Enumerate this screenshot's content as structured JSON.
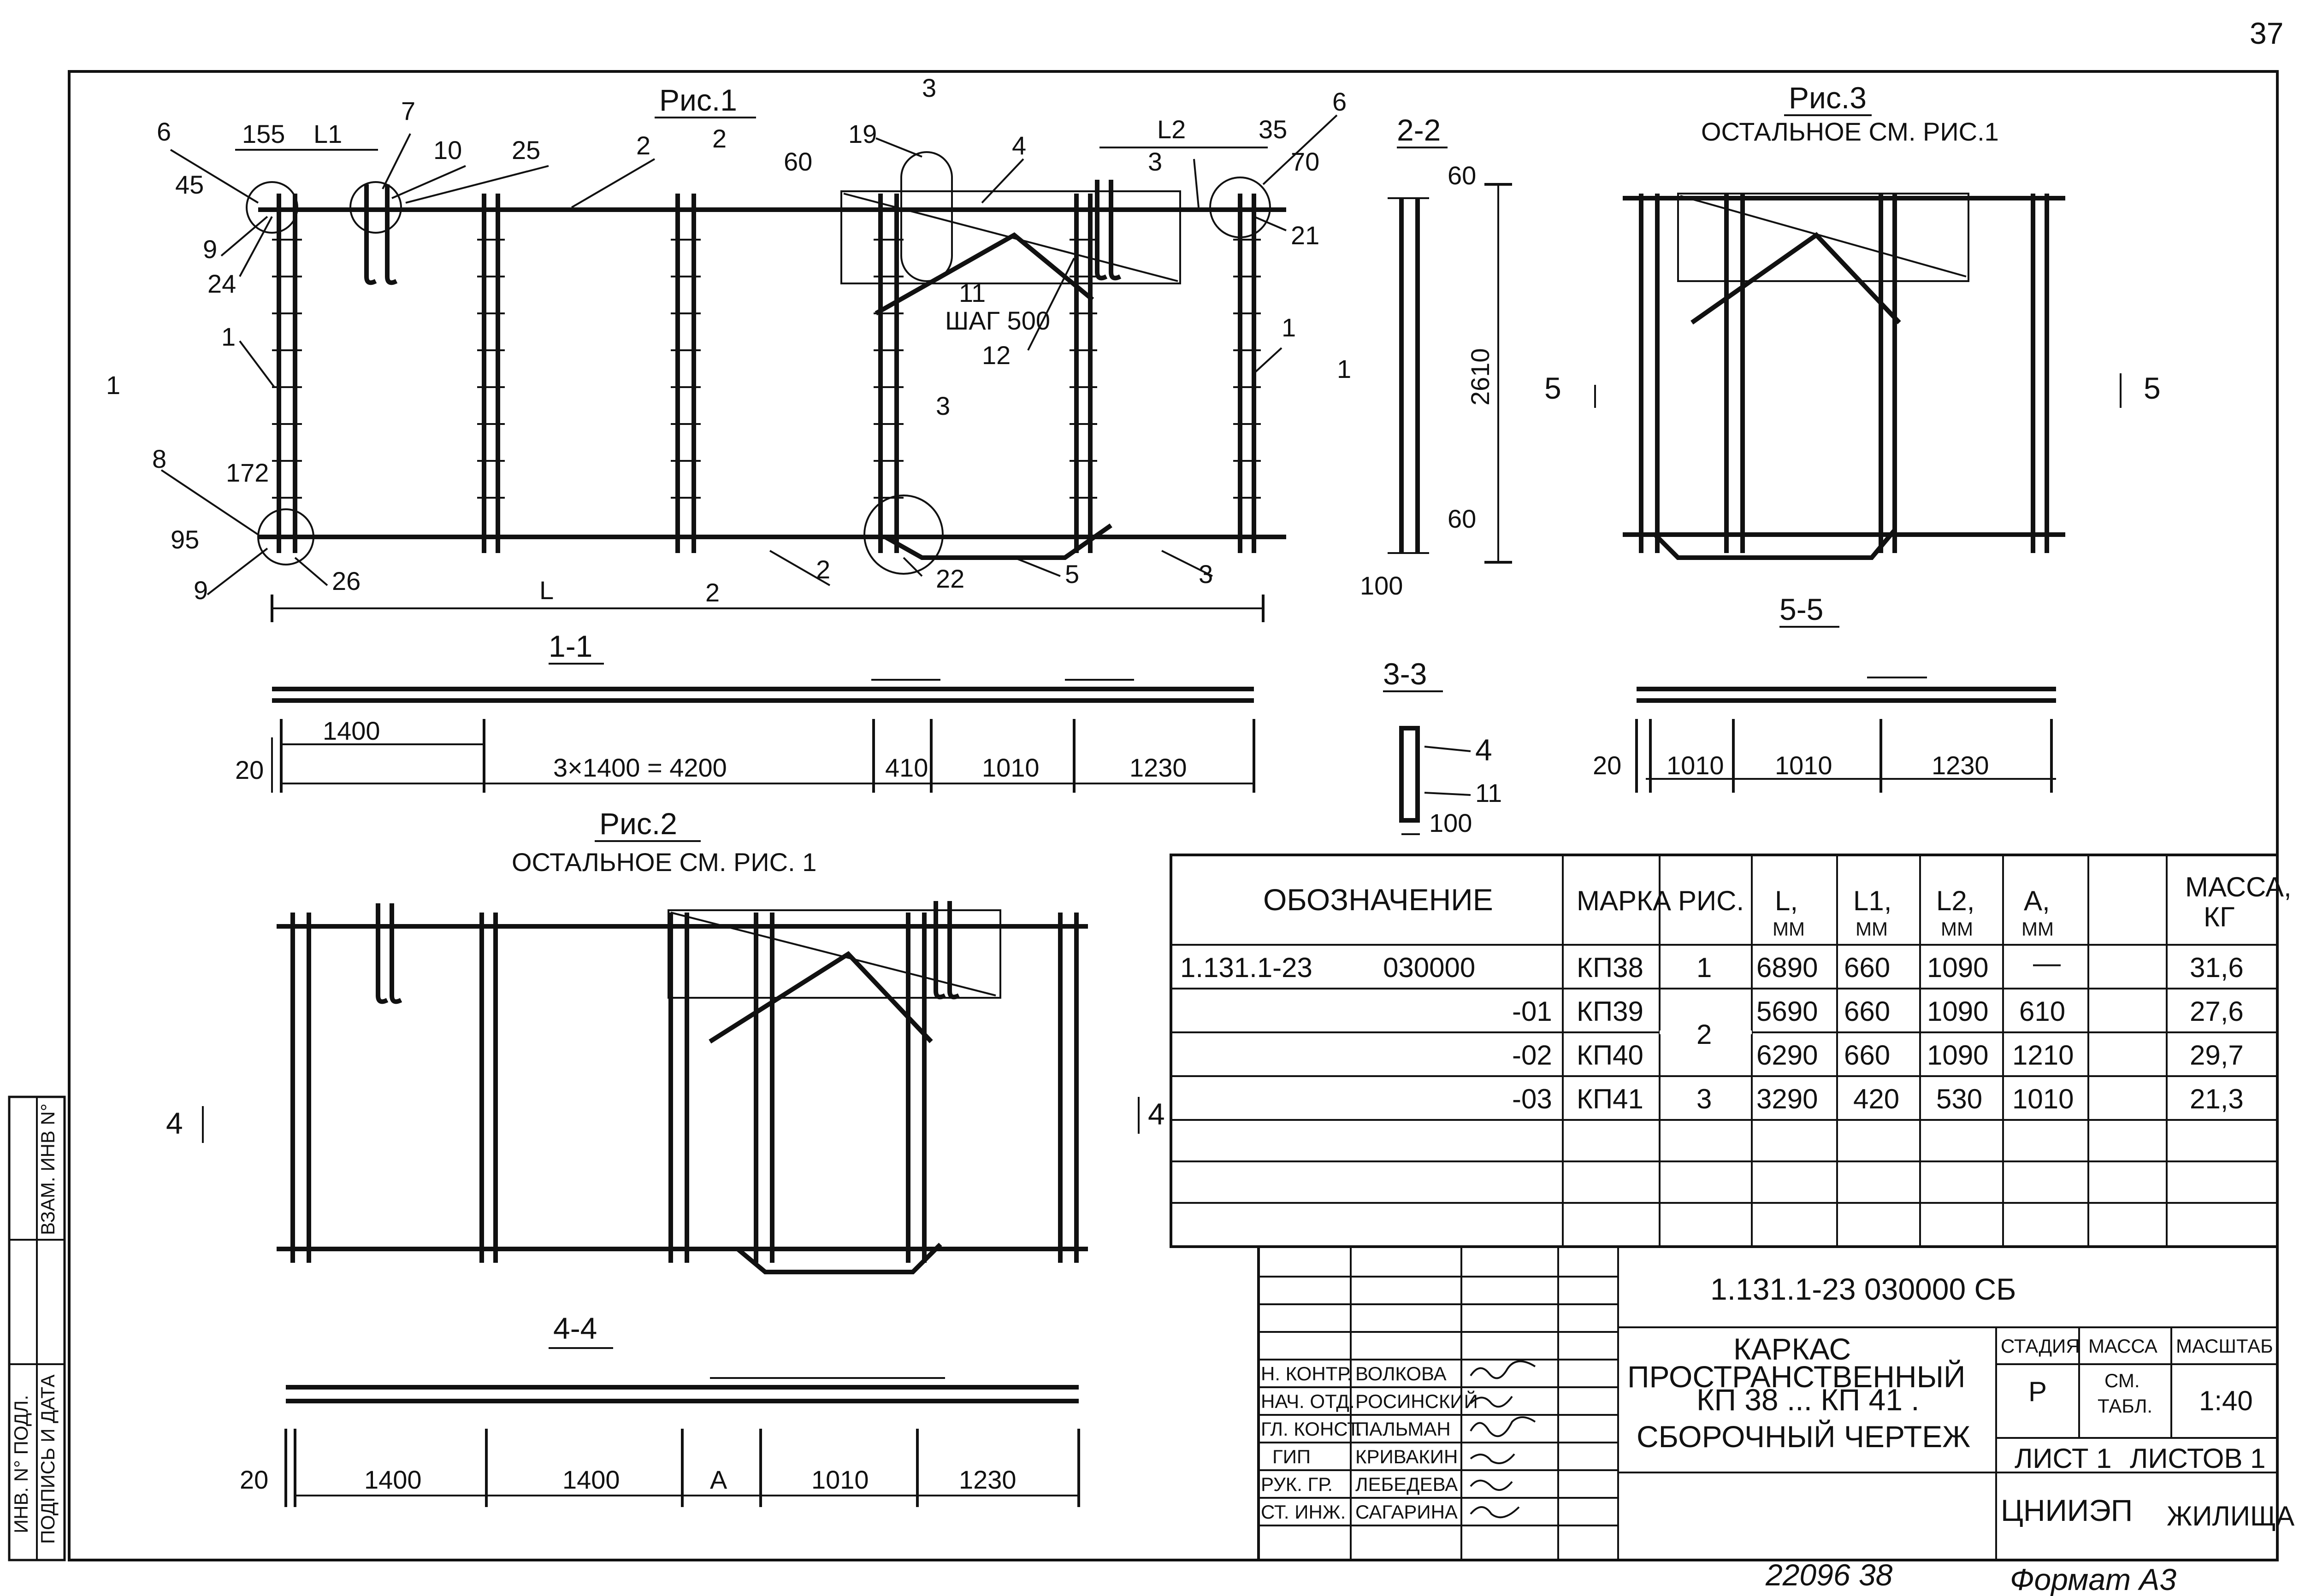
{
  "page_number": "37",
  "figures": {
    "fig1": {
      "title": "Рис.1",
      "labels": {
        "dim_155": "155",
        "dim_l1": "L1",
        "m6": "6",
        "m7": "7",
        "m10": "10",
        "m25": "25",
        "m2": "2",
        "dim_45": "45",
        "m9": "9",
        "m24": "24",
        "dim_60": "60",
        "m19": "19",
        "m3": "3",
        "m4": "4",
        "dim_l2": "L2",
        "dim_35": "35",
        "dim_70": "70",
        "m21": "21",
        "m11": "11",
        "step": "ШАГ 500",
        "m12": "12",
        "m1": "1",
        "m8": "8",
        "dim_172": "172",
        "dim_95": "95",
        "m26": "26",
        "dim_l": "L",
        "m22": "22",
        "m5": "5"
      }
    },
    "fig2": {
      "title": "Рис.2",
      "note": "ОСТАЛЬНОЕ СМ. РИС. 1",
      "m4": "4"
    },
    "fig3": {
      "title": "Рис.3",
      "note": "ОСТАЛЬНОЕ СМ. РИС.1",
      "m5": "5"
    }
  },
  "sections": {
    "s11": {
      "title": "1-1",
      "dims": {
        "d20": "20",
        "d1400": "1400",
        "d4200": "3×1400 = 4200",
        "d410": "410",
        "d1010": "1010",
        "d1230": "1230"
      }
    },
    "s22": {
      "title": "2-2",
      "dims": {
        "d60": "60",
        "d2610": "2610",
        "d100": "100"
      }
    },
    "s33": {
      "title": "3-3",
      "mark4": "4",
      "mark11": "11",
      "dim100": "100"
    },
    "s44": {
      "title": "4-4",
      "dims": {
        "d20": "20",
        "d1400": "1400",
        "da": "A",
        "d1010": "1010",
        "d1230": "1230"
      }
    },
    "s55": {
      "title": "5-5",
      "dims": {
        "d20": "20",
        "d1010": "1010",
        "d1230": "1230"
      }
    }
  },
  "table": {
    "headers": [
      "ОБОЗНАЧЕНИЕ",
      "МАРКА",
      "РИС.",
      "L,",
      "L1,",
      "L2,",
      "A,",
      "",
      "МАССА,"
    ],
    "header_units": [
      "",
      "",
      "",
      "ММ",
      "ММ",
      "ММ",
      "ММ",
      "",
      "КГ"
    ],
    "rows": [
      {
        "designation": "1.131.1-23",
        "code": "030000",
        "mark": "КП38",
        "fig": "1",
        "l": "6890",
        "l1": "660",
        "l2": "1090",
        "a": "—",
        "mass": "31,6"
      },
      {
        "designation": "",
        "code": "-01",
        "mark": "КП39",
        "fig": "2",
        "l": "5690",
        "l1": "660",
        "l2": "1090",
        "a": "610",
        "mass": "27,6"
      },
      {
        "designation": "",
        "code": "-02",
        "mark": "КП40",
        "fig": "2",
        "l": "6290",
        "l1": "660",
        "l2": "1090",
        "a": "1210",
        "mass": "29,7"
      },
      {
        "designation": "",
        "code": "-03",
        "mark": "КП41",
        "fig": "3",
        "l": "3290",
        "l1": "420",
        "l2": "530",
        "a": "1010",
        "mass": "21,3"
      }
    ]
  },
  "title_block": {
    "doc_code": "1.131.1-23   030000 СБ",
    "title_lines": [
      "КАРКАС",
      "ПРОСТРАНСТВЕННЫЙ",
      "КП 38 ... КП 41 .",
      "СБОРОЧНЫЙ ЧЕРТЕЖ"
    ],
    "stage_label": "СТАДИЯ",
    "mass_label": "МАССА",
    "scale_label": "МАСШТАБ",
    "stage": "Р",
    "mass_lines": [
      "СМ.",
      "ТАБЛ."
    ],
    "scale": "1:40",
    "sheet_label": "ЛИСТ 1",
    "sheets_label": "ЛИСТОВ 1",
    "organization": "ЦНИИЭП",
    "division": "ЖИЛИЩА",
    "staff": [
      {
        "role": "Н. КОНТР.",
        "name": "ВОЛКОВА"
      },
      {
        "role": "НАЧ. ОТД.",
        "name": "РОСИНСКИЙ"
      },
      {
        "role": "ГЛ. КОНСТ.",
        "name": "ПАЛЬМАН"
      },
      {
        "role": "ГИП",
        "name": "КРИВАКИН"
      },
      {
        "role": "РУК. ГР.",
        "name": "ЛЕБЕДЕВА"
      },
      {
        "role": "СТ. ИНЖ.",
        "name": "САГАРИНА"
      }
    ]
  },
  "margin": {
    "vzam": "ВЗАМ. ИНВ N°",
    "signature_date": "ПОДПИСЬ И ДАТА",
    "inv_podl": "ИНВ. N° ПОДЛ."
  },
  "footer": {
    "archive": "22096   38",
    "format": "Формат А3"
  }
}
